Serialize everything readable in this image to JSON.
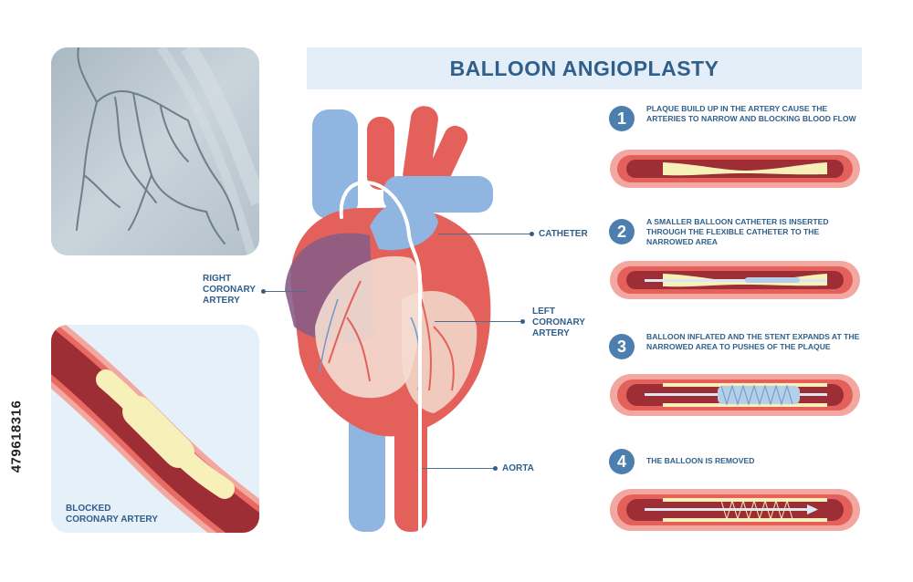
{
  "title": "BALLOON ANGIOPLASTY",
  "labels": {
    "catheter": "CATHETER",
    "right_coronary": "RIGHT\nCORONARY\nARTERY",
    "left_coronary": "LEFT\nCORONARY\nARTERY",
    "aorta": "AORTA",
    "blocked": "BLOCKED\nCORONARY ARTERY"
  },
  "steps": [
    {
      "number": "1",
      "text": "PLAQUE BUILD UP IN THE ARTERY CAUSE THE ARTERIES TO NARROW AND BLOCKING BLOOD FLOW"
    },
    {
      "number": "2",
      "text": "A SMALLER BALLOON CATHETER IS INSERTED THROUGH THE FLEXIBLE CATHETER TO THE NARROWED AREA"
    },
    {
      "number": "3",
      "text": "BALLOON INFLATED AND THE STENT EXPANDS AT THE NARROWED AREA TO PUSHES OF THE PLAQUE"
    },
    {
      "number": "4",
      "text": "THE BALLOON IS REMOVED"
    }
  ],
  "image_id": "479618316",
  "colors": {
    "title_bg": "#e3eef8",
    "text_blue": "#2f5f8a",
    "artery_red": "#e4605a",
    "vein_blue": "#8fb5e0",
    "plaque": "#f6eeb0",
    "step_circle": "#4d7fae"
  }
}
